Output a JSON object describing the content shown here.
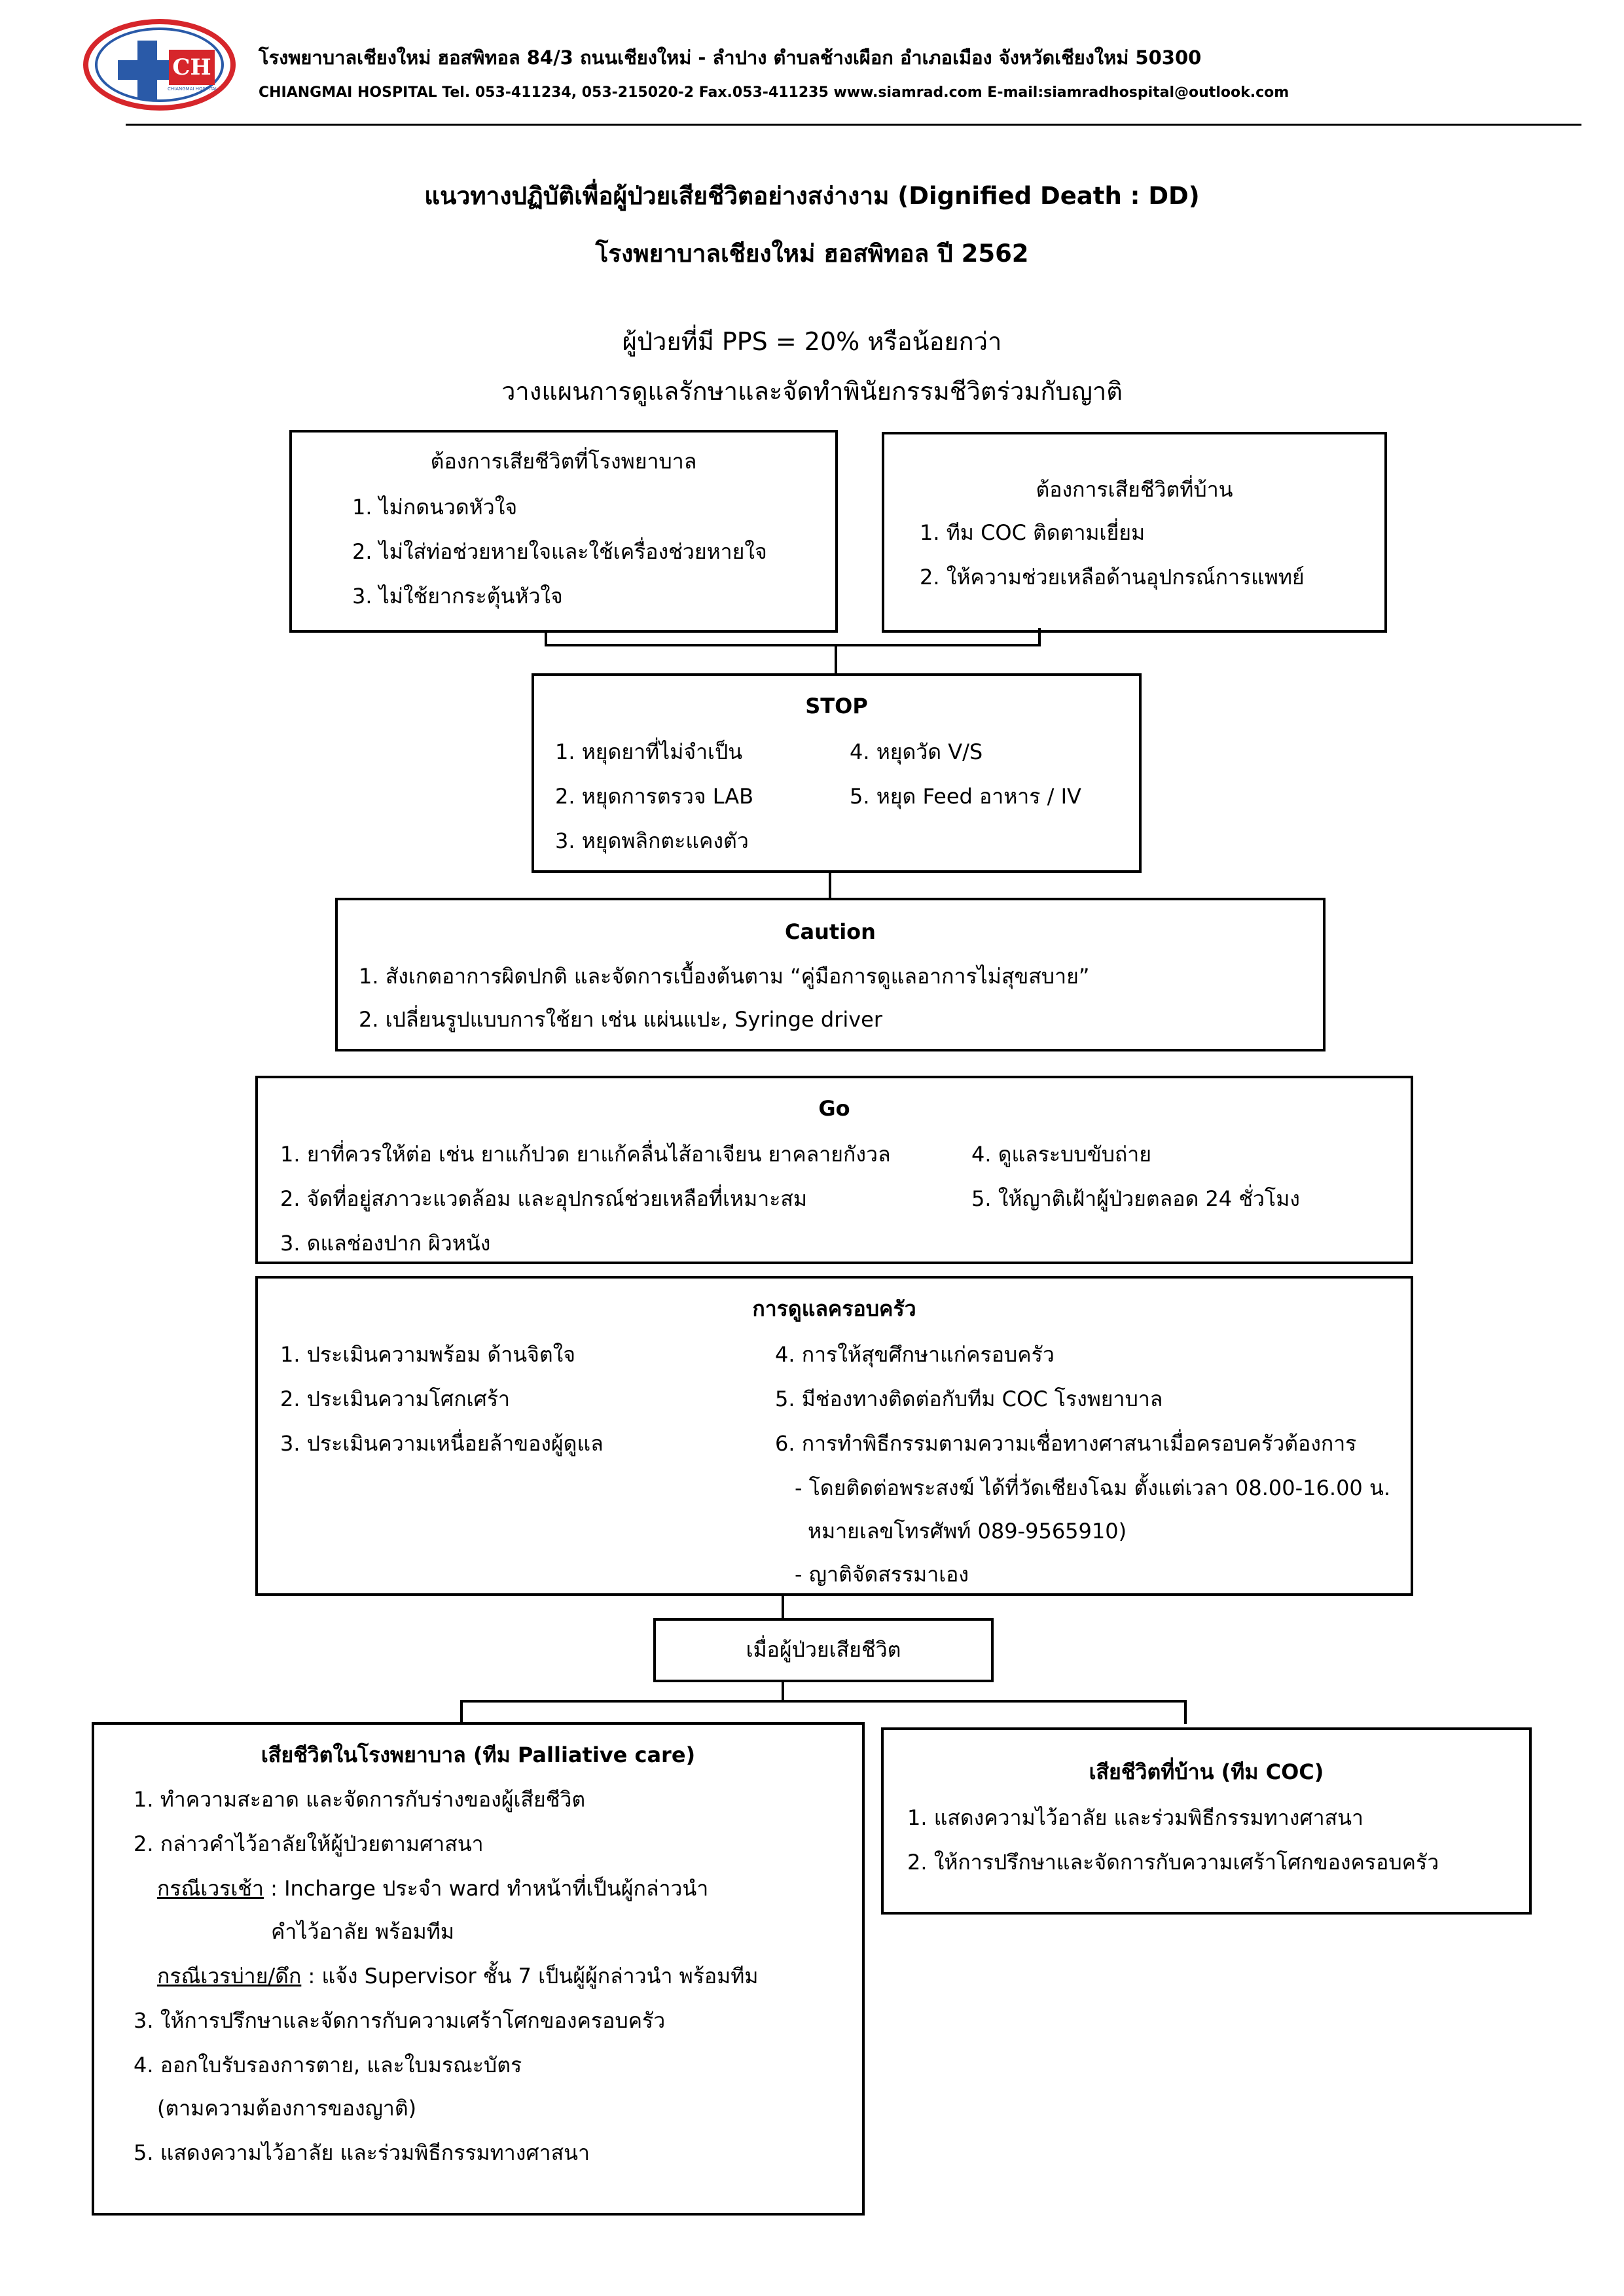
{
  "header": {
    "logo": {
      "mark": "CH",
      "sub": "CHIANGMAI HOSPITAL"
    },
    "line1": "โรงพยาบาลเชียงใหม่ ฮอสพิทอล 84/3 ถนนเชียงใหม่ - ลำปาง ตำบลช้างเผือก อำเภอเมือง จังหวัดเชียงใหม่ 50300",
    "line2": "CHIANGMAI HOSPITAL Tel. 053-411234, 053-215020-2 Fax.053-411235 www.siamrad.com E-mail:siamradhospital@outlook.com"
  },
  "title": {
    "line1": "แนวทางปฏิบัติเพื่อผู้ป่วยเสียชีวิตอย่างสง่างาม (Dignified Death : DD)",
    "line2": "โรงพยาบาลเชียงใหม่ ฮอสพิทอล ปี 2562"
  },
  "intro": {
    "line1": "ผู้ป่วยที่มี PPS = 20% หรือน้อยกว่า",
    "line2": "วางแผนการดูแลรักษาและจัดทำพินัยกรรมชีวิตร่วมกับญาติ"
  },
  "hospital_wish": {
    "title": "ต้องการเสียชีวิตที่โรงพยาบาล",
    "items": [
      "1. ไม่กดนวดหัวใจ",
      "2. ไม่ใส่ท่อช่วยหายใจและใช้เครื่องช่วยหายใจ",
      "3. ไม่ใช้ยากระตุ้นหัวใจ"
    ]
  },
  "home_wish": {
    "title": "ต้องการเสียชีวิตที่บ้าน",
    "items": [
      "1. ทีม COC ติดตามเยี่ยม",
      "2. ให้ความช่วยเหลือด้านอุปกรณ์การแพทย์"
    ]
  },
  "stop": {
    "title": "STOP",
    "left": [
      "1. หยุดยาที่ไม่จำเป็น",
      "2. หยุดการตรวจ LAB",
      "3. หยุดพลิกตะแคงตัว"
    ],
    "right": [
      "4. หยุดวัด V/S",
      "5. หยุด Feed อาหาร / IV"
    ]
  },
  "caution": {
    "title": "Caution",
    "items": [
      "1. สังเกตอาการผิดปกติ และจัดการเบื้องต้นตาม “คู่มือการดูแลอาการไม่สุขสบาย”",
      "2. เปลี่ยนรูปแบบการใช้ยา เช่น แผ่นแปะ, Syringe driver"
    ]
  },
  "go": {
    "title": "Go",
    "left": [
      "1. ยาที่ควรให้ต่อ เช่น ยาแก้ปวด ยาแก้คลื่นไส้อาเจียน ยาคลายกังวล",
      "2. จัดที่อยู่สภาวะแวดล้อม และอุปกรณ์ช่วยเหลือที่เหมาะสม",
      "3. ดแลช่องปาก  ผิวหนัง"
    ],
    "right": [
      "4. ดูแลระบบขับถ่าย",
      "5. ให้ญาติเฝ้าผู้ป่วยตลอด 24 ชั่วโมง"
    ]
  },
  "family": {
    "title": "การดูแลครอบครัว",
    "left": [
      "1. ประเมินความพร้อม ด้านจิตใจ",
      "2. ประเมินความโศกเศร้า",
      "3. ประเมินความเหนื่อยล้าของผู้ดูแล"
    ],
    "right": [
      "4. การให้สุขศึกษาแก่ครอบครัว",
      "5. มีช่องทางติดต่อกับทีม COC โรงพยาบาล",
      "6. การทำพิธีกรรมตามความเชื่อทางศาสนาเมื่อครอบครัวต้องการ"
    ],
    "sub": [
      "- โดยติดต่อพระสงฆ์ ได้ที่วัดเชียงโฉม ตั้งแต่เวลา 08.00-16.00 น.",
      "หมายเลขโทรศัพท์ 089-9565910)",
      "- ญาติจัดสรรมาเอง"
    ]
  },
  "death": {
    "label": "เมื่อผู้ป่วยเสียชีวิต"
  },
  "death_hospital": {
    "title": "เสียชีวิตในโรงพยาบาล  (ทีม Palliative care)",
    "i1": "1. ทำความสะอาด และจัดการกับร่างของผู้เสียชีวิต",
    "i2": "2. กล่าวคำไว้อาลัยให้ผู้ป่วยตามศาสนา",
    "morning_label": "กรณีเวรเช้า",
    "morning_text": " : Incharge ประจำ ward ทำหน้าที่เป็นผู้กล่าวนำ",
    "morning_text2": "คำไว้อาลัย พร้อมทีม",
    "evening_label": "กรณีเวรบ่าย/ดึก",
    "evening_text": " : แจ้ง Supervisor ชั้น 7 เป็นผู้ผู้กล่าวนำ พร้อมทีม",
    "i3": "3. ให้การปรึกษาและจัดการกับความเศร้าโศกของครอบครัว",
    "i4": "4. ออกใบรับรองการตาย, และใบมรณะบัตร",
    "i4b": "(ตามความต้องการของญาติ)",
    "i5": "5. แสดงความไว้อาลัย และร่วมพิธีกรรมทางศาสนา"
  },
  "death_home": {
    "title": "เสียชีวิตที่บ้าน (ทีม COC)",
    "items": [
      "1. แสดงความไว้อาลัย และร่วมพิธีกรรมทางศาสนา",
      "2. ให้การปรึกษาและจัดการกับความเศร้าโศกของครอบครัว"
    ]
  }
}
